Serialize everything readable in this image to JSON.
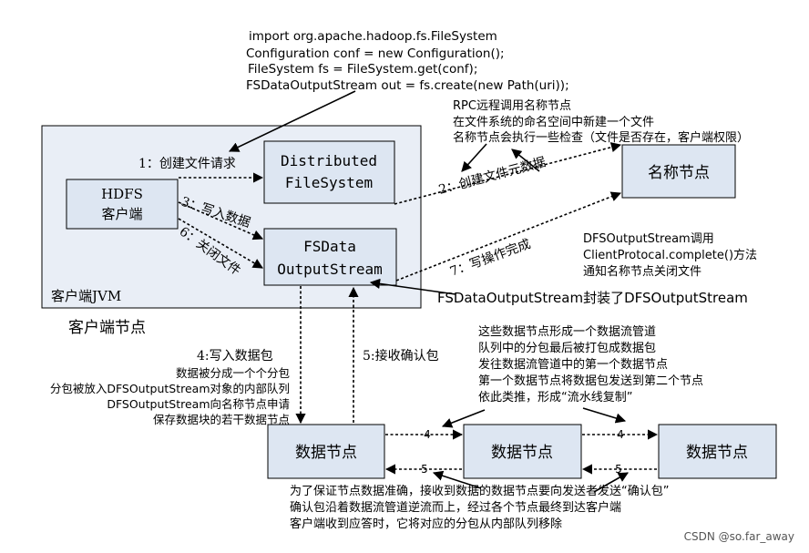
{
  "code": {
    "lines": [
      "import org.apache.hadoop.fs.FileSystem",
      "Configuration conf = new Configuration();",
      "FileSystem fs = FileSystem.get(conf);",
      "FSDataOutputStream out = fs.create(new Path(uri));"
    ]
  },
  "rpc_note": {
    "lines": [
      "RPC远程调用名称节点",
      "在文件系统的命名空间中新建一个文件",
      "名称节点会执行一些检查（文件是否存在，客户端权限）"
    ]
  },
  "jvm": {
    "label": "客户端JVM"
  },
  "client_node_label": "客户端节点",
  "boxes": {
    "client": [
      "HDFS",
      "客户端"
    ],
    "dfs": [
      "Distributed",
      "FileSystem"
    ],
    "fsdata": [
      "FSData",
      "OutputStream"
    ],
    "namenode": "名称节点",
    "datanode1": "数据节点",
    "datanode2": "数据节点",
    "datanode3": "数据节点"
  },
  "steps": {
    "s1": "1：创建文件请求",
    "s2": "2：创建文件元数据",
    "s3": "3：写入数据",
    "s6": "6：关闭文件",
    "s7": "7：写操作完成",
    "s4": "4:写入数据包",
    "s5": "5:接收确认包",
    "pipe4a": "4",
    "pipe4b": "4",
    "pipe5a": "5",
    "pipe5b": "5"
  },
  "complete_note": {
    "lines": [
      "DFSOutputStream调用",
      "ClientProtocal.complete()方法",
      "通知名称节点关闭文件"
    ]
  },
  "wrap_note": "FSDataOutputStream封装了DFSOutputStream",
  "write_note": {
    "lines": [
      "数据被分成一个个分包",
      "分包被放入DFSOutputStream对象的内部队列",
      "DFSOutputStream向名称节点申请",
      "保存数据块的若干数据节点"
    ]
  },
  "pipeline_note": {
    "lines": [
      "这些数据节点形成一个数据流管道",
      "队列中的分包最后被打包成数据包",
      "发往数据流管道中的第一个数据节点",
      "第一个数据节点将数据包发送到第二个节点",
      "依此类推，形成“流水线复制”"
    ]
  },
  "ack_note": {
    "lines": [
      "为了保证节点数据准确，接收到数据的数据节点要向发送者发送“确认包”",
      "确认包沿着数据流管道逆流而上，经过各个节点最终到达客户端",
      "客户端收到应答时，它将对应的分包从内部队列移除"
    ]
  },
  "watermark": "CSDN @so.far_away"
}
